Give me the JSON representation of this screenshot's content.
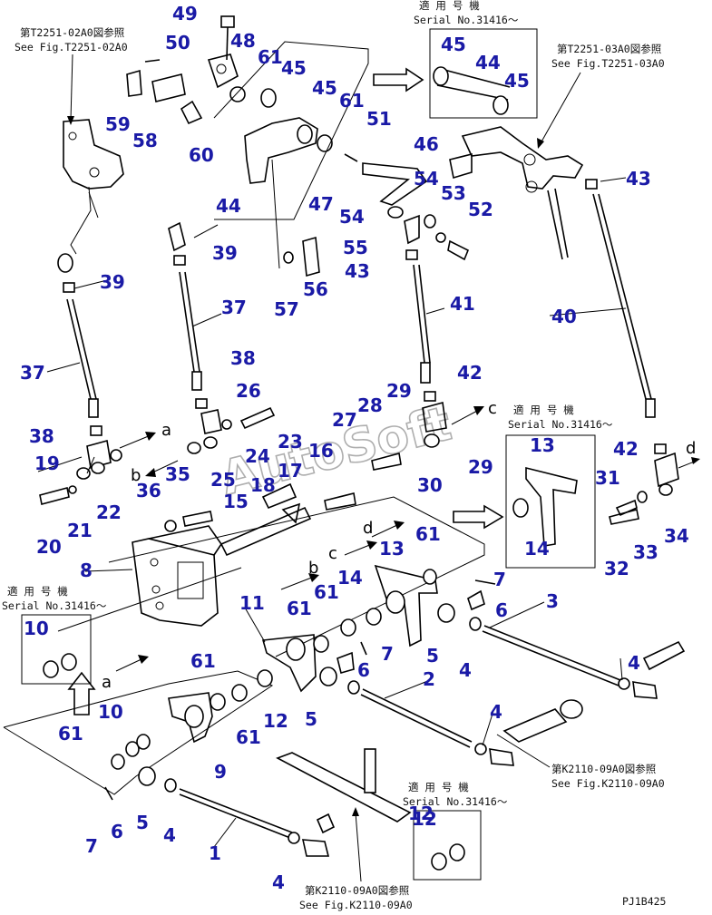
{
  "drawing_code": "PJ1B425",
  "watermark": "AutoSoft",
  "references": [
    {
      "id": "ref_t2251_02",
      "lines": [
        "第T2251-02A0図参照",
        "See Fig.T2251-02A0"
      ]
    },
    {
      "id": "ref_t2251_03",
      "lines": [
        "第T2251-03A0図参照",
        "See Fig.T2251-03A0"
      ]
    },
    {
      "id": "ref_k2110_r",
      "lines": [
        "第K2110-09A0図参照",
        "See Fig.K2110-09A0"
      ]
    },
    {
      "id": "ref_k2110_b",
      "lines": [
        "第K2110-09A0図参照",
        "See Fig.K2110-09A0"
      ]
    }
  ],
  "serial_boxes": [
    {
      "id": "serial_top",
      "lines": [
        "適 用 号 機",
        "Serial No.31416～"
      ],
      "parts": [
        "45",
        "44",
        "45"
      ]
    },
    {
      "id": "serial_right",
      "lines": [
        "適 用 号 機",
        "Serial No.31416～"
      ],
      "parts": [
        "13",
        "14"
      ]
    },
    {
      "id": "serial_left",
      "lines": [
        "適 用 号 機",
        "Serial No.31416～"
      ],
      "parts": [
        "10"
      ]
    },
    {
      "id": "serial_bottom",
      "lines": [
        "適 用 号 機",
        "Serial No.31416～"
      ],
      "parts": [
        "12"
      ]
    }
  ],
  "callouts": [
    "49",
    "48",
    "50",
    "61",
    "45",
    "45",
    "61",
    "59",
    "58",
    "60",
    "44",
    "51",
    "46",
    "47",
    "54",
    "54",
    "53",
    "52",
    "55",
    "43",
    "57",
    "56",
    "39",
    "39",
    "37",
    "37",
    "38",
    "38",
    "26",
    "23",
    "19",
    "22",
    "21",
    "20",
    "36",
    "35",
    "25",
    "24",
    "18",
    "17",
    "16",
    "15",
    "8",
    "28",
    "29",
    "27",
    "30",
    "29",
    "42",
    "41",
    "40",
    "43",
    "42",
    "31",
    "34",
    "33",
    "32",
    "13",
    "61",
    "14",
    "61",
    "11",
    "61",
    "61",
    "12",
    "61",
    "10",
    "61",
    "9",
    "7",
    "6",
    "5",
    "4",
    "1",
    "4",
    "2",
    "4",
    "3",
    "4",
    "5",
    "6",
    "7",
    "5",
    "4",
    "6",
    "7",
    "12"
  ],
  "letters": [
    "a",
    "b",
    "c",
    "d",
    "b",
    "c",
    "d",
    "a"
  ]
}
